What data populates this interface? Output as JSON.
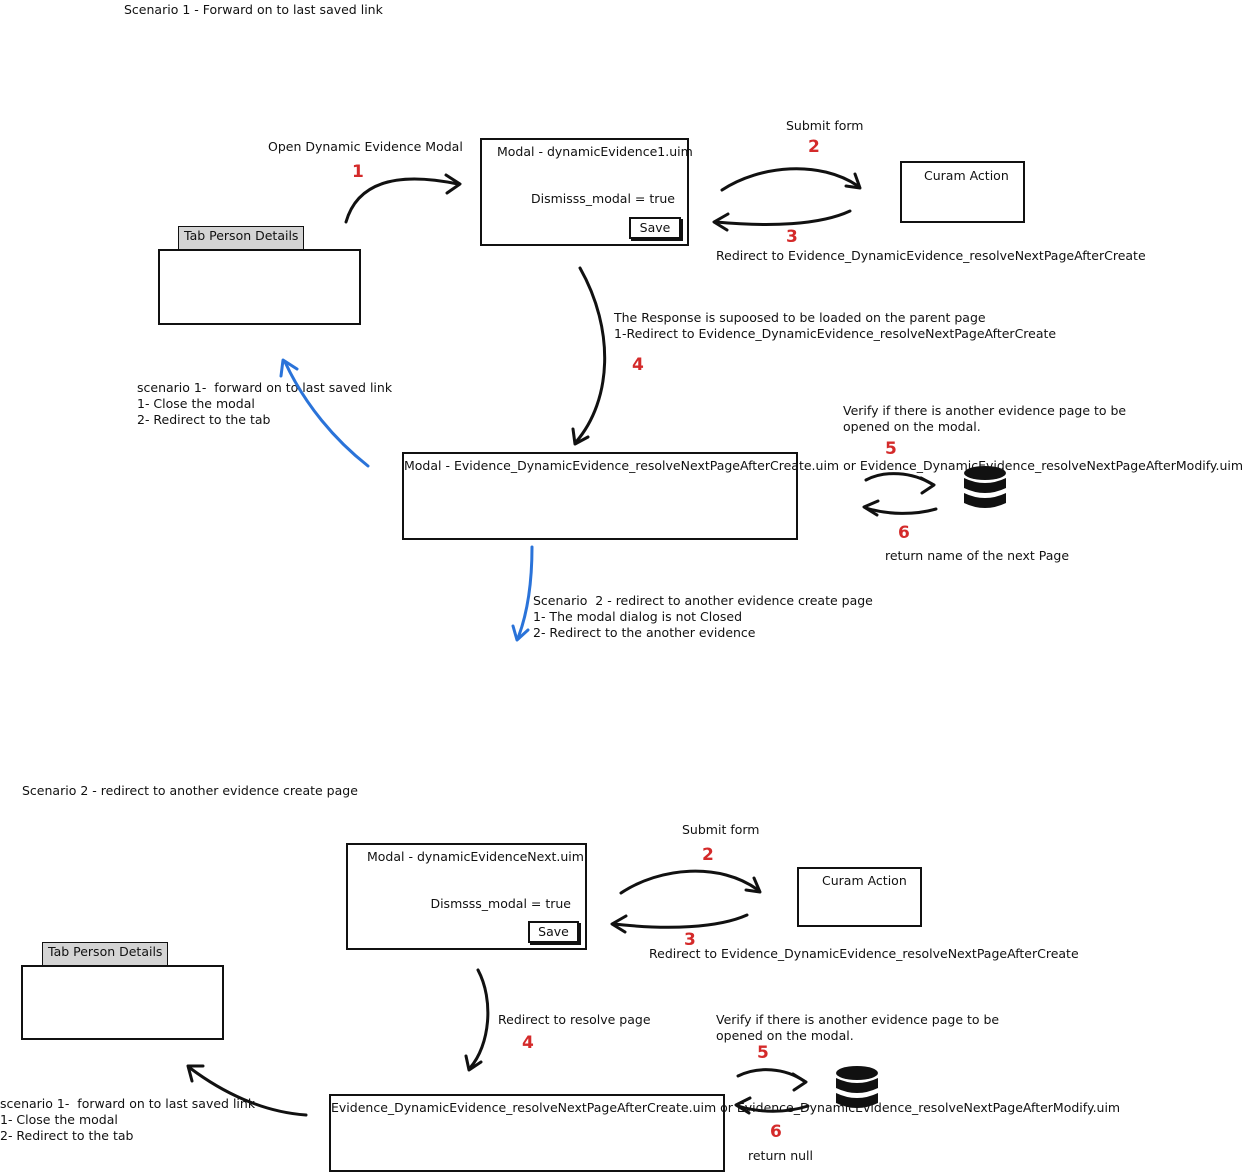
{
  "scenario1": {
    "title": "Scenario 1 - Forward on to last saved link",
    "step1_label": "Open Dynamic Evidence Modal",
    "n1": "1",
    "n2": "2",
    "n3": "3",
    "n4": "4",
    "n5": "5",
    "n6": "6",
    "modal_title": "Modal - dynamicEvidence1.uim",
    "modal_dismiss": "Dismisss_modal = true",
    "save_label": "Save",
    "submit_label": "Submit form",
    "action_label": "Curam Action",
    "redirect_label": "Redirect to Evidence_DynamicEvidence_resolveNextPageAfterCreate",
    "tab_label": "Tab Person Details",
    "response_note": "The Response is supoosed to be loaded on the parent page\n1-Redirect to Evidence_DynamicEvidence_resolveNextPageAfterCreate",
    "left_note": "scenario 1-  forward on to last saved link\n1- Close the modal\n2- Redirect to the tab",
    "resolve_box": "Modal -\nEvidence_DynamicEvidence_resolveNextPageAfterCreate.uim\nor\n\nEvidence_DynamicEvidence_resolveNextPageAfterModify.uim",
    "verify_note": "Verify if there is another evidence page to be\nopened on the modal.",
    "return_label": "return name of the next Page",
    "bottom_note": "Scenario  2 - redirect to another evidence create page\n1- The modal dialog is not Closed\n2- Redirect to the another evidence"
  },
  "scenario2": {
    "title": "Scenario  2 - redirect to another evidence create page",
    "n2": "2",
    "n3": "3",
    "n4": "4",
    "n5": "5",
    "n6": "6",
    "modal_title": "Modal - dynamicEvidenceNext.uim",
    "modal_dismiss": "Dismsss_modal = true",
    "save_label": "Save",
    "submit_label": "Submit form",
    "action_label": "Curam Action",
    "redirect_label": "Redirect to Evidence_DynamicEvidence_resolveNextPageAfterCreate",
    "tab_label": "Tab Person Details",
    "resolve_redirect": "Redirect to resolve page",
    "verify_note": "Verify if there is another evidence page to be\nopened on the modal.",
    "resolve_box": "Evidence_DynamicEvidence_resolveNextPageAfterCreate.uim\nor\nEvidence_DynamicEvidence_resolveNextPageAfterModify.uim",
    "left_note": "scenario 1-  forward on to last saved link\n1- Close the modal\n2- Redirect to the tab",
    "return_label": "return null"
  },
  "colors": {
    "number": "#d42a2a",
    "blue_arrow": "#2a73d9",
    "tab_fill": "#d4d4d4"
  },
  "icons": [
    "database-icon"
  ]
}
